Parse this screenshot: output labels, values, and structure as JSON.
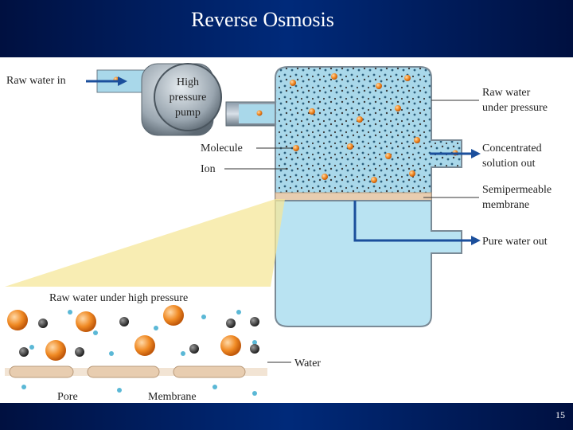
{
  "slide": {
    "title": "Reverse Osmosis",
    "page_number": "15"
  },
  "labels": {
    "raw_water_in": "Raw water in",
    "pump_line1": "High",
    "pump_line2": "pressure",
    "pump_line3": "pump",
    "molecule": "Molecule",
    "ion": "Ion",
    "raw_under_pressure_1": "Raw water",
    "raw_under_pressure_2": "under pressure",
    "concentrated_1": "Concentrated",
    "concentrated_2": "solution out",
    "membrane_1": "Semipermeable",
    "membrane_2": "membrane",
    "pure_water_out": "Pure water out",
    "inset_title": "Raw water under high pressure",
    "water": "Water",
    "pore": "Pore",
    "membrane": "Membrane"
  },
  "colors": {
    "header_bg": "#001a4d",
    "raw_water": "#a9d8ea",
    "pure_water": "#b9e3f2",
    "membrane": "#e8cdb0",
    "flow_arrow": "#1b4f9c",
    "molecule": "#f08a24",
    "ion": "#3a3a3a",
    "inset_wedge": "#f5e79a"
  }
}
